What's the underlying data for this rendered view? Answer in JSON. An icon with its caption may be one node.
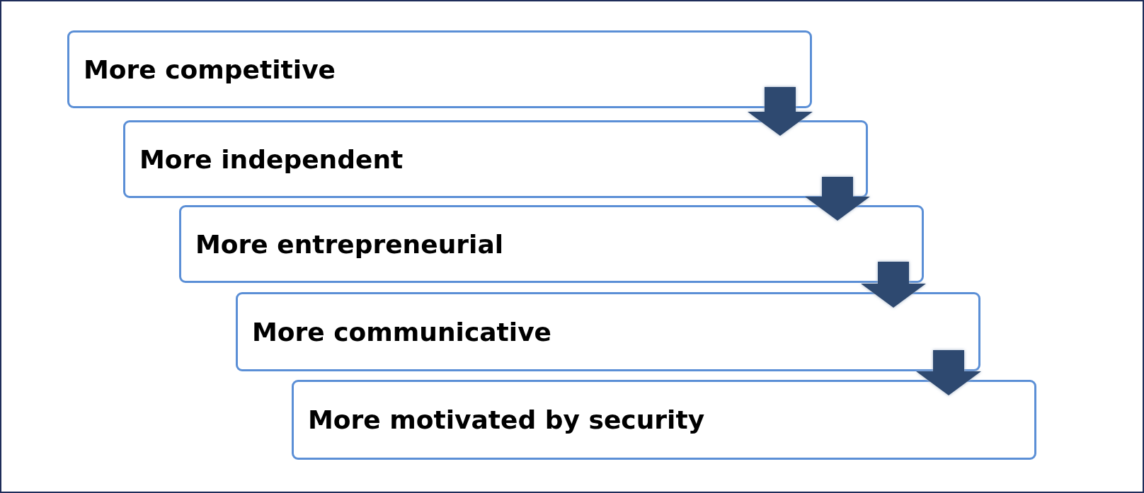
{
  "diagram": {
    "nodes": [
      {
        "text": [
          "More competitive"
        ]
      },
      {
        "text": [
          "More independent"
        ]
      },
      {
        "text": [
          "More entrepreneurial"
        ]
      },
      {
        "text": [
          "More communicative"
        ]
      },
      {
        "text": [
          "More motivated by security"
        ]
      }
    ],
    "edges": [
      {
        "from": 0,
        "to": 1,
        "arrow": "to"
      },
      {
        "from": 1,
        "to": 2,
        "arrow": "to"
      },
      {
        "from": 2,
        "to": 3,
        "arrow": "to"
      },
      {
        "from": 3,
        "to": 4,
        "arrow": "to"
      }
    ]
  }
}
